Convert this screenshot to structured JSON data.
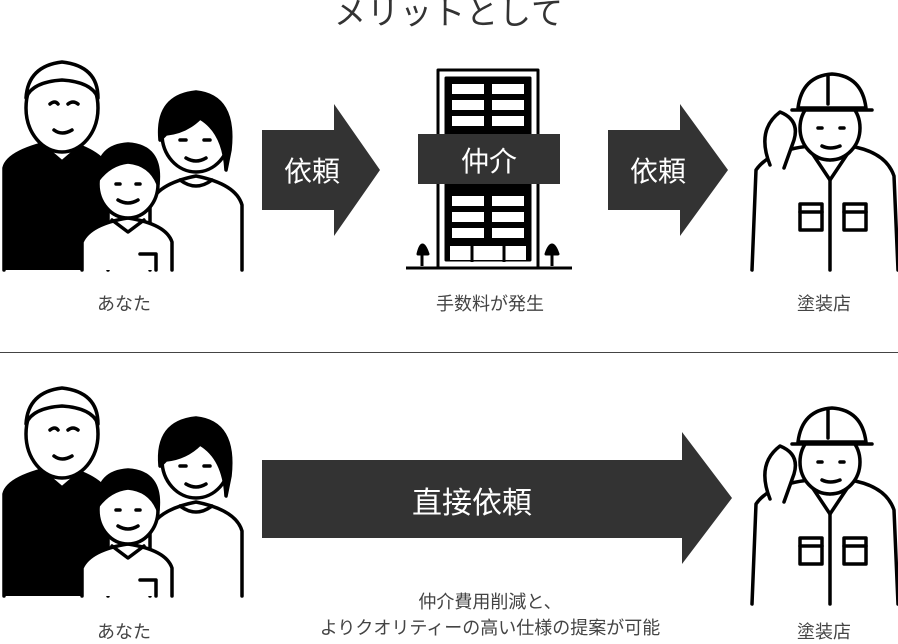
{
  "title": "メリットとして",
  "via_broker": {
    "you_label": "あなた",
    "request_label": "依頼",
    "broker_label": "仲介",
    "fee_label": "手数料が発生",
    "painter_label": "塗装店"
  },
  "direct": {
    "you_label": "あなた",
    "request_label": "直接依頼",
    "benefit_lines": [
      "仲介費用削減と、",
      "よりクオリティーの高い仕様の提案が可能"
    ],
    "painter_label": "塗装店"
  },
  "colors": {
    "arrow": "#333333",
    "text": "#444444",
    "line": "#000000",
    "background": "#ffffff"
  },
  "icons": [
    "family-icon",
    "building-icon",
    "painter-icon"
  ]
}
